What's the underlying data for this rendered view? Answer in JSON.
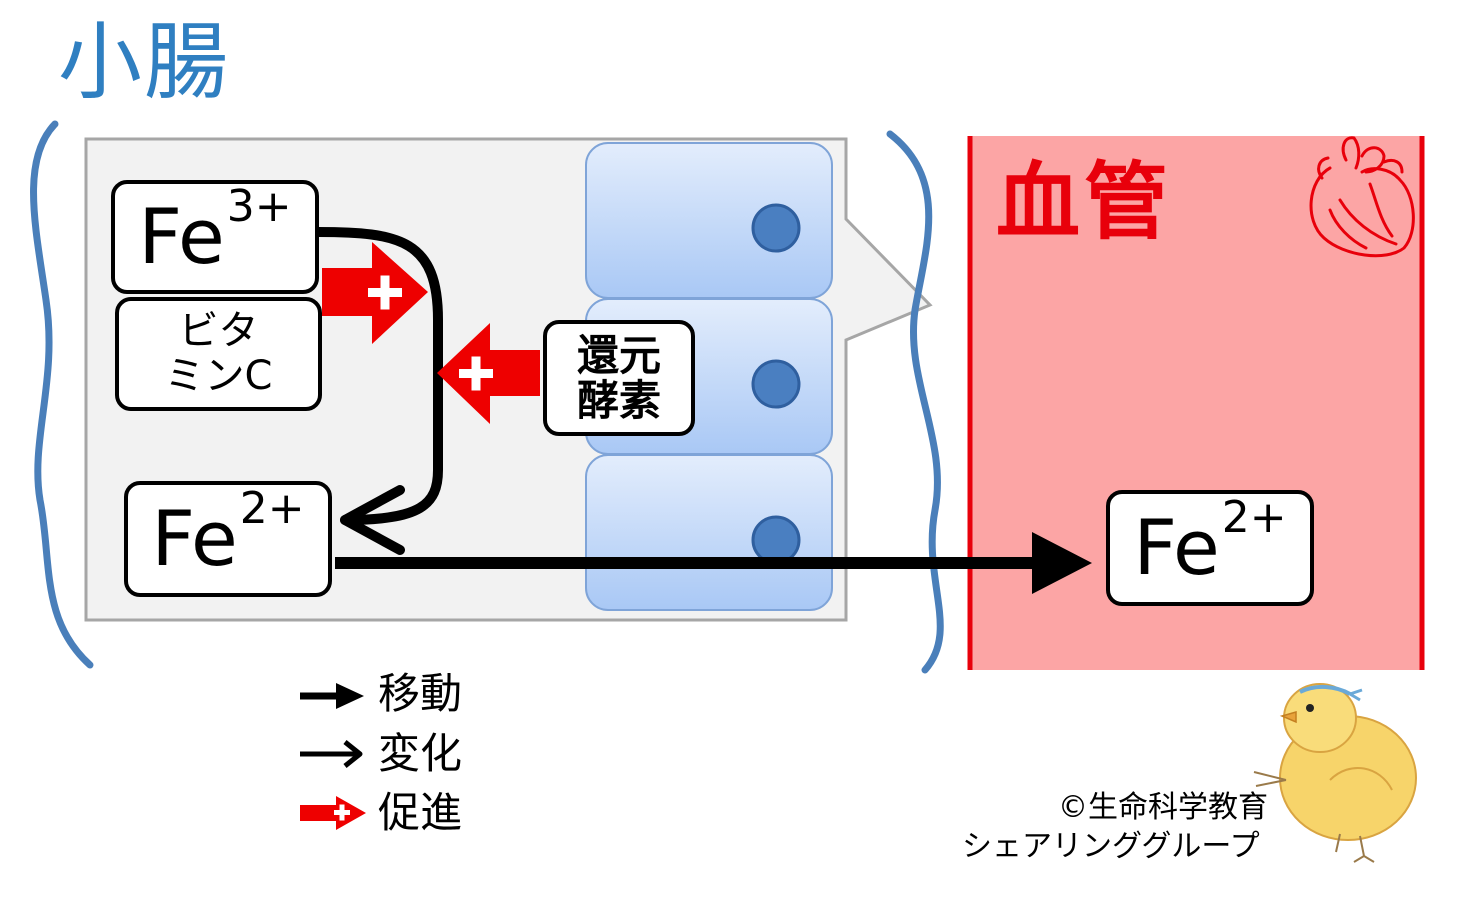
{
  "titles": {
    "small_intestine": "小腸",
    "blood_vessel": "血管"
  },
  "nodes": {
    "fe3": {
      "base": "Fe",
      "charge": "3+"
    },
    "vitamin_c": {
      "line1": "ビタ",
      "line2": "ミンC"
    },
    "enzyme": {
      "line1": "還元",
      "line2": "酵素"
    },
    "fe2_intestine": {
      "base": "Fe",
      "charge": "2+"
    },
    "fe2_blood": {
      "base": "Fe",
      "charge": "2+"
    }
  },
  "legend": {
    "move": "移動",
    "change": "変化",
    "promote": "促進"
  },
  "credit": {
    "line1": "©生命科学教育",
    "line2": "シェアリンググループ"
  },
  "colors": {
    "intestine_title": "#2f7fc1",
    "brace": "#4a7fba",
    "blood_title": "#e8000b",
    "blood_fill": "#fca5a5",
    "blood_border": "#e8000b",
    "promote_arrow": "#ee0000",
    "cell_fill_top": "#e3edfc",
    "cell_fill_bottom": "#a9c8f5",
    "cell_nucleus": "#4a7fc1",
    "callout_fill": "#f2f2f2"
  },
  "icons": [
    "heart-icon",
    "chick-mascot-icon",
    "plus-icon"
  ]
}
